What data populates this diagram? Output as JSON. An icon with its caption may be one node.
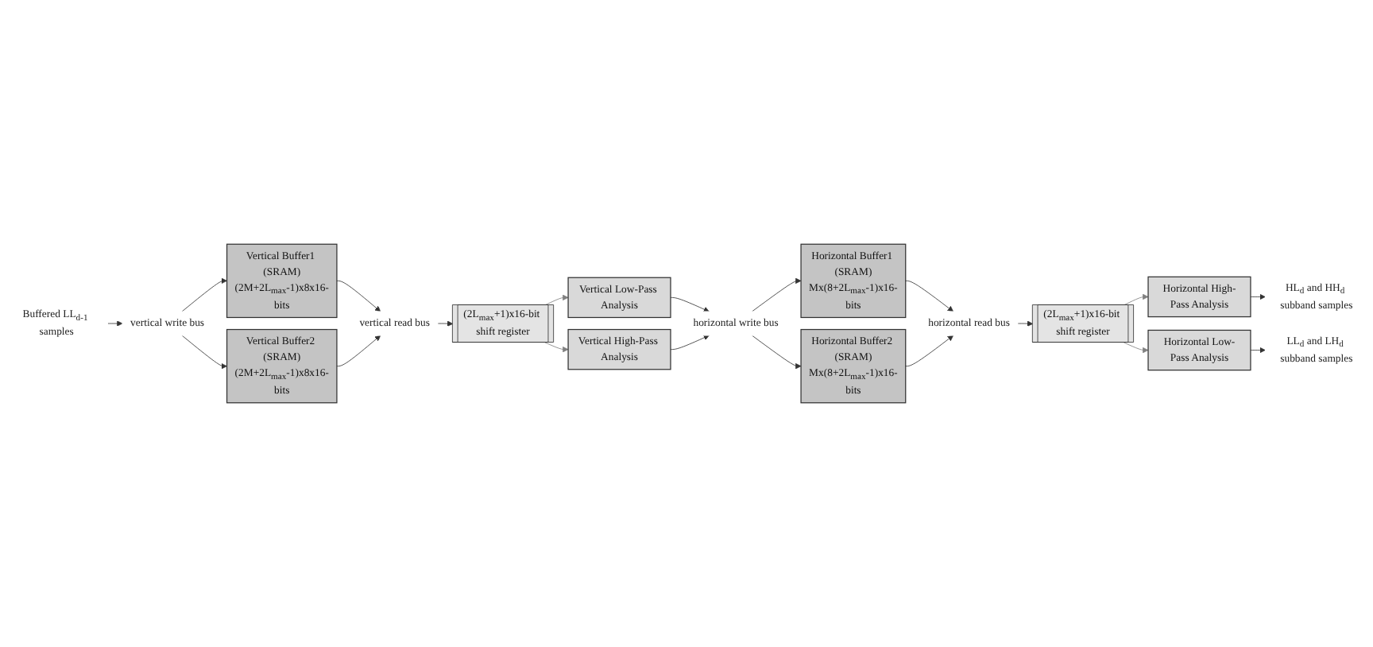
{
  "diagram": {
    "nodes": [
      {
        "text": [
          "Buffered LL$_{d-1}$ samples"
        ]
      },
      {
        "text": [
          "vertical write bus"
        ]
      },
      {
        "text": [
          "Vertical Buffer1 (SRAM)",
          "(2M+2L$_{max}$-1)x8x16-bits"
        ]
      },
      {
        "text": [
          "Vertical Buffer2 (SRAM)",
          "(2M+2L$_{max}$-1)x8x16-bits"
        ]
      },
      {
        "text": [
          "vertical read bus"
        ]
      },
      {
        "text": [
          "(2L$_{max}$+1)x16-bit shift register"
        ]
      },
      {
        "text": [
          "Vertical Low-Pass Analysis"
        ]
      },
      {
        "text": [
          "Vertical High-Pass Analysis"
        ]
      },
      {
        "text": [
          "horizontal write bus"
        ]
      },
      {
        "text": [
          "Horizontal Buffer1 (SRAM)",
          "Mx(8+2L$_{max}$-1)x16-bits"
        ]
      },
      {
        "text": [
          "Horizontal Buffer2 (SRAM)",
          "Mx(8+2L$_{max}$-1)x16-bits"
        ]
      },
      {
        "text": [
          "horizontal read bus"
        ]
      },
      {
        "text": [
          "Horizontal High-Pass Analysis"
        ]
      },
      {
        "text": [
          "HL$_{d}$ and HH$_{d}$ subband samples"
        ]
      },
      {
        "text": [
          "Horizontal Low-Pass Analysis"
        ]
      },
      {
        "text": [
          "LL$_{d}$ and LH$_{d}$ subband samples"
        ]
      },
      {
        "text": [
          "(2L$_{max}$+1)x16-bit shift register"
        ]
      }
    ],
    "edges": [
      {
        "from": 0,
        "to": 1,
        "arrow": "to"
      },
      {
        "from": 1,
        "to": 2,
        "arrow": "to"
      },
      {
        "from": 1,
        "to": 3,
        "arrow": "to"
      },
      {
        "from": 2,
        "to": 4,
        "arrow": "to"
      },
      {
        "from": 3,
        "to": 4,
        "arrow": "to"
      },
      {
        "from": 4,
        "to": 5,
        "arrow": "to"
      },
      {
        "from": 5,
        "to": 6,
        "arrow": "to",
        "color": "#808080"
      },
      {
        "from": 5,
        "to": 7,
        "arrow": "to",
        "color": "#808080"
      },
      {
        "from": 6,
        "to": 8,
        "arrow": "to"
      },
      {
        "from": 7,
        "to": 8,
        "arrow": "to"
      },
      {
        "from": 8,
        "to": 9,
        "arrow": "to"
      },
      {
        "from": 8,
        "to": 10,
        "arrow": "to"
      },
      {
        "from": 9,
        "to": 11,
        "arrow": "to"
      },
      {
        "from": 10,
        "to": 11,
        "arrow": "to"
      },
      {
        "from": 11,
        "to": 16,
        "arrow": "to"
      },
      {
        "from": 16,
        "to": 12,
        "arrow": "to",
        "color": "#808080"
      },
      {
        "from": 16,
        "to": 14,
        "arrow": "to",
        "color": "#808080"
      },
      {
        "from": 12,
        "to": 13,
        "arrow": "to"
      },
      {
        "from": 14,
        "to": 15,
        "arrow": "to"
      }
    ]
  }
}
